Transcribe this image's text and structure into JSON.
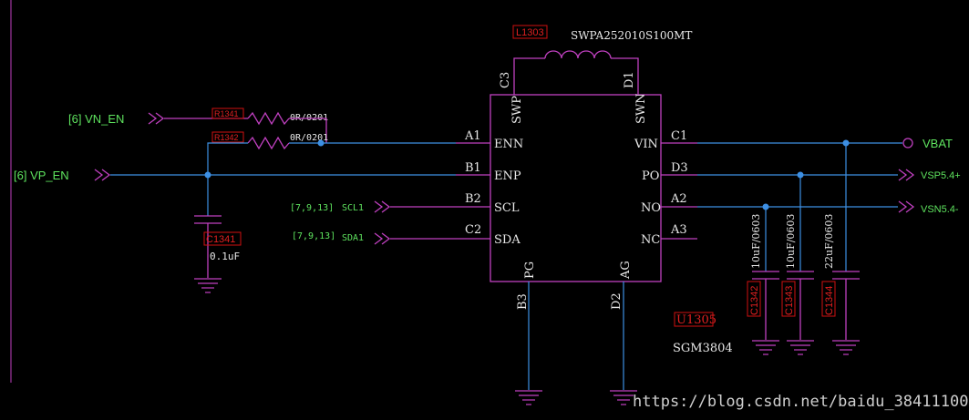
{
  "inductor": {
    "ref": "L1303",
    "value": "SWPA252010S100MT"
  },
  "chip": {
    "ref": "U1305",
    "part": "SGM3804",
    "pins_left": [
      {
        "num": "A1",
        "name": "ENN"
      },
      {
        "num": "B1",
        "name": "ENP"
      },
      {
        "num": "B2",
        "name": "SCL"
      },
      {
        "num": "C2",
        "name": "SDA"
      }
    ],
    "pins_right": [
      {
        "num": "C1",
        "name": "VIN"
      },
      {
        "num": "D3",
        "name": "PO"
      },
      {
        "num": "A2",
        "name": "NO"
      },
      {
        "num": "A3",
        "name": "NC"
      }
    ],
    "pins_top": [
      {
        "num": "C3",
        "name": "SWP"
      },
      {
        "num": "D1",
        "name": "SWN"
      }
    ],
    "pins_bottom": [
      {
        "num": "B3",
        "name": "PG"
      },
      {
        "num": "D2",
        "name": "AG"
      }
    ]
  },
  "nets_left": {
    "vn_en": "[6] VN_EN",
    "vp_en": "[6] VP_EN",
    "scl": {
      "sheets": "[7,9,13]",
      "name": "SCL1"
    },
    "sda": {
      "sheets": "[7,9,13]",
      "name": "SDA1"
    }
  },
  "resistors": [
    {
      "ref": "R1341",
      "value": "0R/0201"
    },
    {
      "ref": "R1342",
      "value": "0R/0201"
    }
  ],
  "cap_in": {
    "ref": "C1341",
    "value": "0.1uF"
  },
  "caps_out": [
    {
      "ref": "C1342",
      "value": "10uF/0603"
    },
    {
      "ref": "C1343",
      "value": "10uF/0603"
    },
    {
      "ref": "C1344",
      "value": "22uF/0603"
    }
  ],
  "nets_right": {
    "vbat": "VBAT",
    "vsp": "VSP5.4+",
    "vsn": "VSN5.4-"
  },
  "watermark": "https://blog.csdn.net/baidu_38411100",
  "colors": {
    "background": "#000000",
    "wire": "#3d8fe3",
    "symbol": "#c040c0",
    "net_label": "#5ee35e",
    "designator": "#e02020"
  }
}
